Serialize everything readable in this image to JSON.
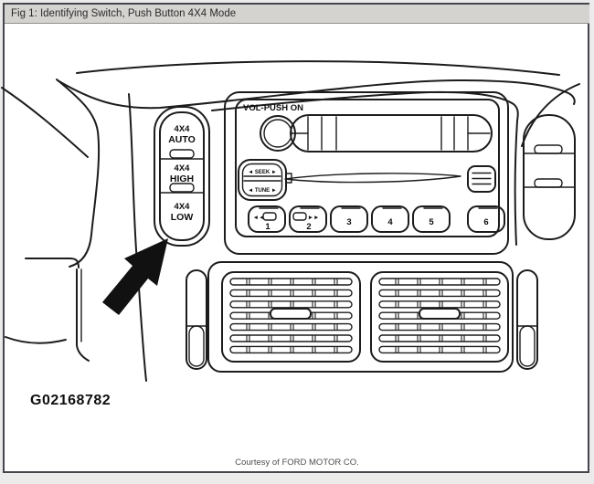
{
  "window": {
    "title": "Fig 1: Identifying Switch, Push Button 4X4 Mode"
  },
  "figure": {
    "code": "G02168782",
    "courtesy": "Courtesy of FORD MOTOR CO."
  },
  "switch_pod": {
    "sections": [
      {
        "top": "4X4",
        "bottom": "AUTO"
      },
      {
        "top": "4X4",
        "bottom": "HIGH"
      },
      {
        "top": "4X4",
        "bottom": "LOW"
      }
    ]
  },
  "radio": {
    "volume_label": "VOL-PUSH ON",
    "rocker_top": "◄ SEEK ►",
    "rocker_bottom": "◄ TUNE ►",
    "rewind_icon": "◄◄",
    "fast_forward_icon": "►►",
    "presets": [
      "1",
      "2",
      "3",
      "4",
      "5",
      "6"
    ]
  },
  "colors": {
    "line": "#1c1c1c",
    "titlebar_bg": "#d5d3d0",
    "page_bg": "#ebebeb",
    "frame_border": "#45454c",
    "courtesy_text": "#4f4f4f"
  }
}
